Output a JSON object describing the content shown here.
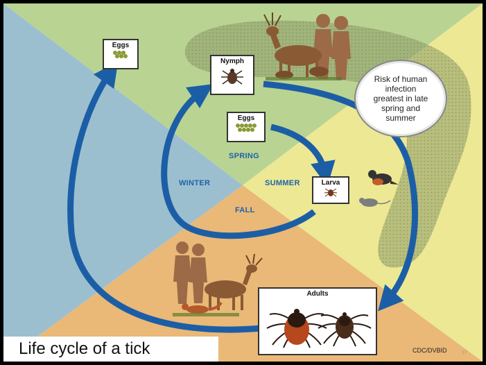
{
  "stages": {
    "eggs_top": "Eggs",
    "nymph": "Nymph",
    "eggs_center": "Eggs",
    "larva": "Larva",
    "adults": "Adults"
  },
  "seasons": {
    "spring": "SPRING",
    "summer": "SUMMER",
    "fall": "FALL",
    "winter": "WINTER"
  },
  "risk_text": "Risk of human infection greatest in late spring and summer",
  "caption": "Life cycle of a tick",
  "credit": "CDC/DVBID",
  "page_number": "17",
  "colors": {
    "winter": "#9cbfcf",
    "spring": "#b9d392",
    "summer": "#ece894",
    "fall": "#eab877",
    "arrow": "#1c5ea6",
    "risk_zone": "#8e9a68"
  },
  "icons": [
    "egg-cluster-icon",
    "tick-icon",
    "deer-icon",
    "human-silhouette-icon",
    "fox-icon",
    "bird-icon",
    "mouse-icon"
  ]
}
